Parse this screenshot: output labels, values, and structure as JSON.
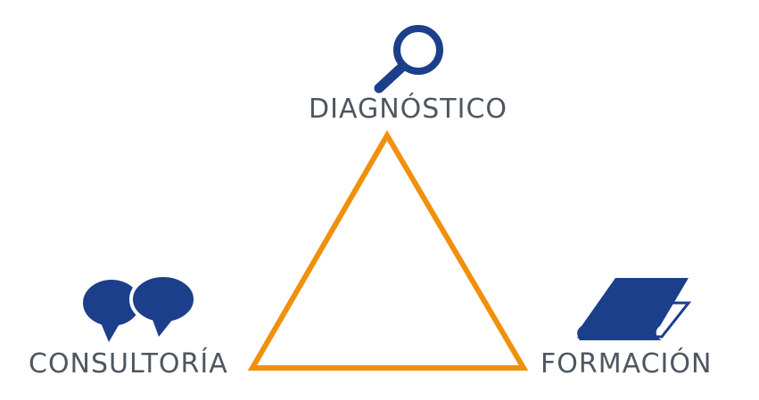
{
  "colors": {
    "icon": "#1b3f8b",
    "triangle": "#f0900b",
    "text": "#4e5660"
  },
  "nodes": {
    "top": {
      "label": "DIAGNÓSTICO",
      "icon": "magnifier-icon"
    },
    "left": {
      "label": "CONSULTORÍA",
      "icon": "speech-bubbles-icon"
    },
    "right": {
      "label": "FORMACIÓN",
      "icon": "book-icon"
    }
  }
}
